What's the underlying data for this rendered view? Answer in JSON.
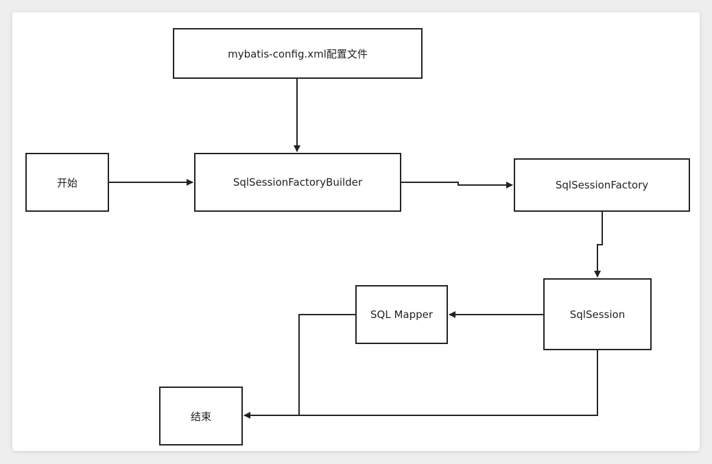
{
  "nodes": {
    "config": "mybatis-config.xml配置文件",
    "start": "开始",
    "builder": "SqlSessionFactoryBuilder",
    "factory": "SqlSessionFactory",
    "mapper": "SQL Mapper",
    "session": "SqlSession",
    "end": "结束"
  },
  "colors": {
    "stroke": "#222222",
    "background": "#ffffff"
  }
}
